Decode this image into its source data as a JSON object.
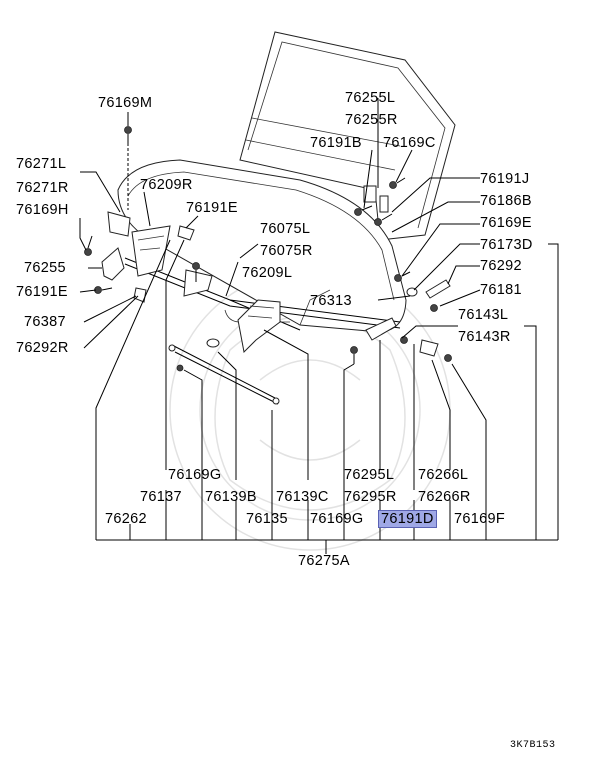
{
  "labels": {
    "p76169M": "76169M",
    "p76255L": "76255L",
    "p76255R": "76255R",
    "p76191B": "76191B",
    "p76169C": "76169C",
    "p76271L": "76271L",
    "p76271R": "76271R",
    "p76209R": "76209R",
    "p76191J": "76191J",
    "p76186B": "76186B",
    "p76169H": "76169H",
    "p76191E_top": "76191E",
    "p76169E": "76169E",
    "p76075L": "76075L",
    "p76075R": "76075R",
    "p76173D": "76173D",
    "p76255": "76255",
    "p76209L": "76209L",
    "p76292": "76292",
    "p76191E_left": "76191E",
    "p76313": "76313",
    "p76181": "76181",
    "p76387": "76387",
    "p76143L": "76143L",
    "p76143R": "76143R",
    "p76292R": "76292R",
    "p76169G_upper": "76169G",
    "p76295L": "76295L",
    "p76266L": "76266L",
    "p76137": "76137",
    "p76139B": "76139B",
    "p76139C": "76139C",
    "p76295R": "76295R",
    "p76266R": "76266R",
    "p76262": "76262",
    "p76135": "76135",
    "p76169G_lower": "76169G",
    "p76191D": "76191D",
    "p76169F": "76169F",
    "p76275A": "76275A"
  },
  "highlight_part": "76191D",
  "highlight_color": "#9fa8e6",
  "diagram_code": "3K7B153"
}
